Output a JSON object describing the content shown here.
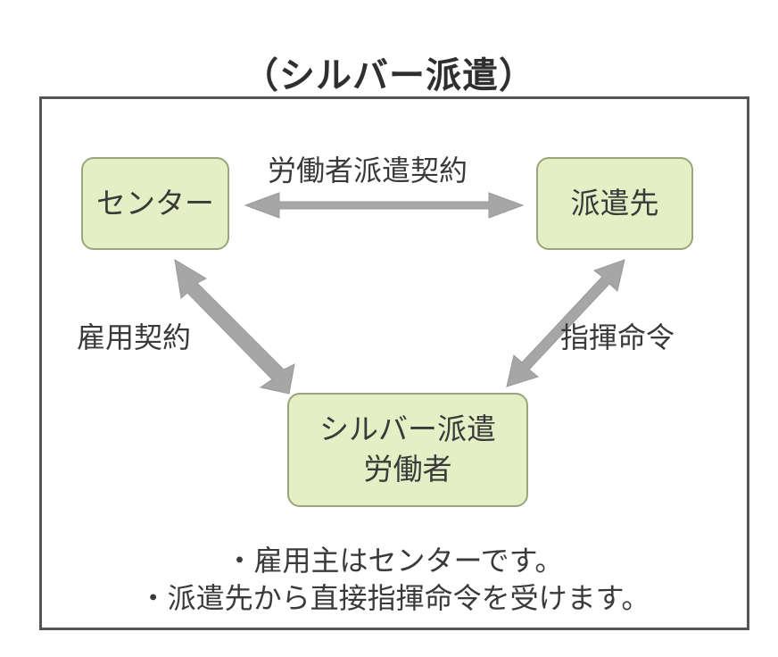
{
  "title": "（シルバー派遣）",
  "nodes": {
    "center": [
      "センター"
    ],
    "destination": [
      "派遣先"
    ],
    "worker": [
      "シルバー派遣",
      "労働者"
    ]
  },
  "relations": {
    "dispatch_contract": "労働者派遣契約",
    "employment_contract": "雇用契約",
    "command": "指揮命令"
  },
  "notes": [
    "・雇用主はセンターです。",
    "・派遣先から直接指揮命令を受けます。"
  ],
  "colors": {
    "node_fill": "#e4efc6",
    "node_border": "#9aa57d",
    "arrow": "#999999",
    "frame": "#555555"
  }
}
